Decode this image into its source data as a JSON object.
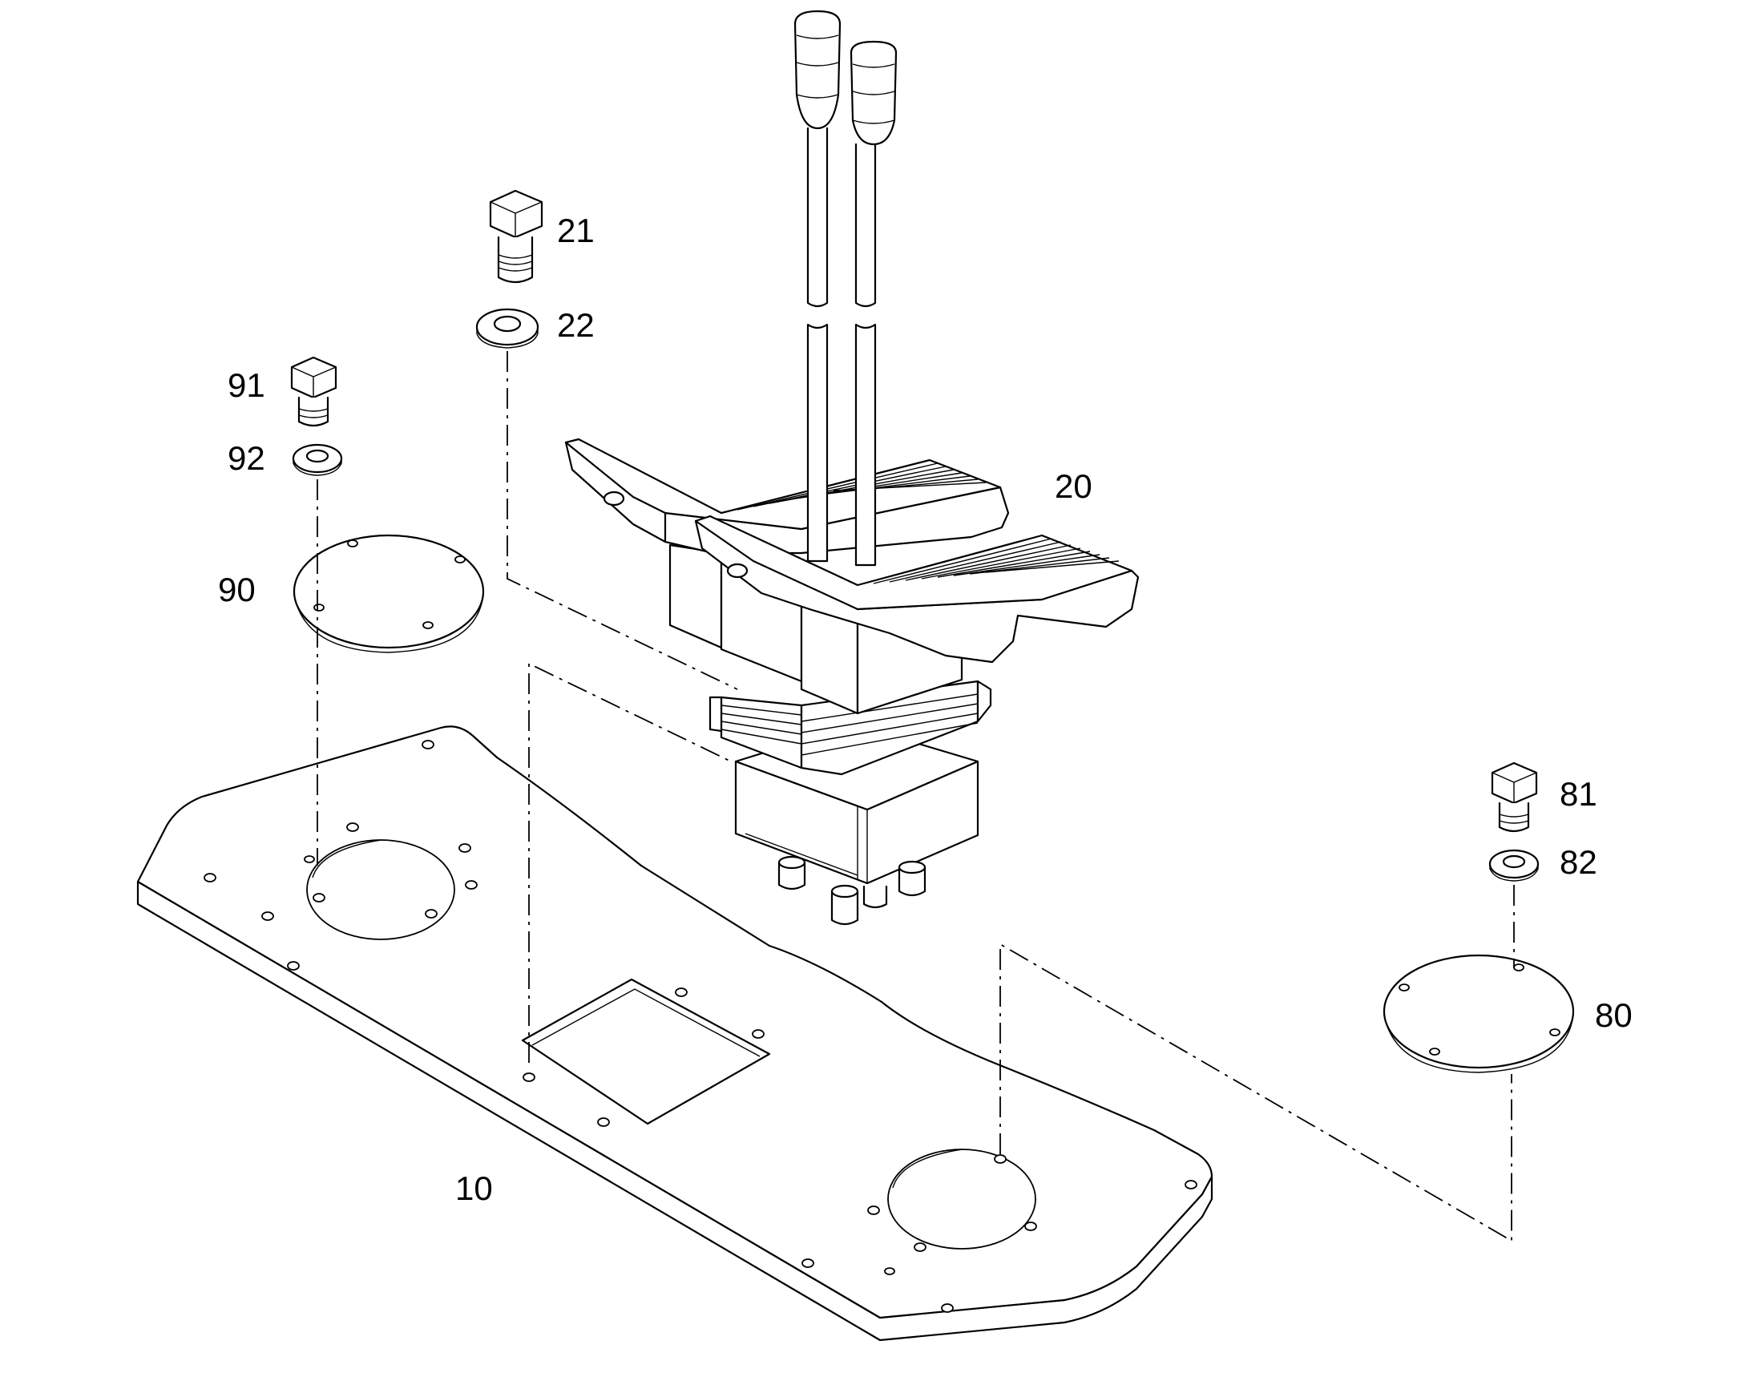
{
  "callouts": {
    "base_plate": "10",
    "control_unit": "20",
    "bolt_control": "21",
    "washer_control": "22",
    "cover_right": "80",
    "bolt_right": "81",
    "washer_right": "82",
    "cover_left": "90",
    "bolt_left": "91",
    "washer_left": "92"
  }
}
